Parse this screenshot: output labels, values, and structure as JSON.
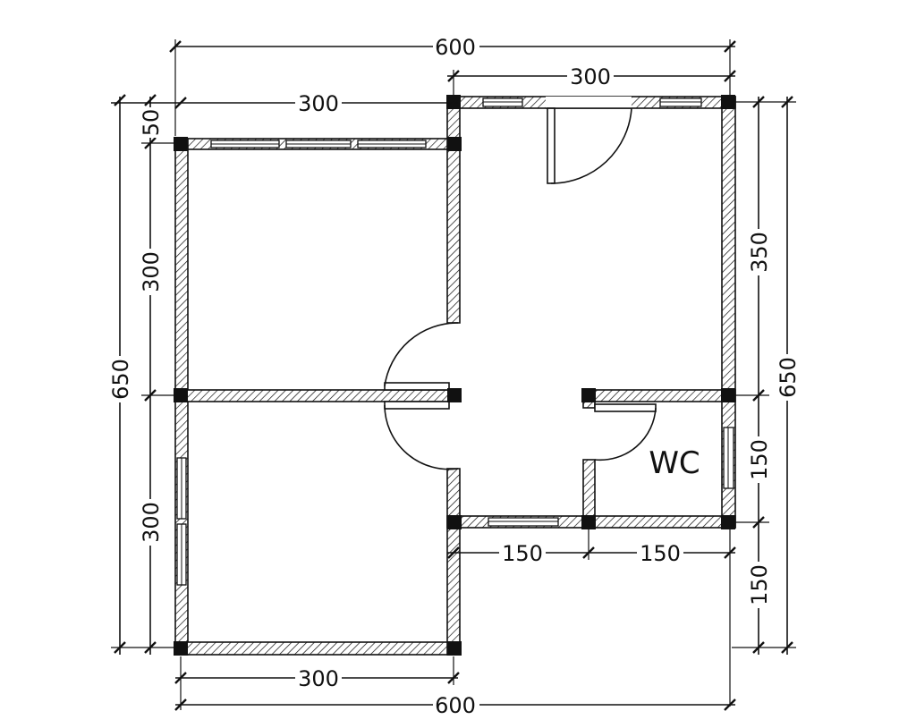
{
  "dimensions": {
    "top_total": "600",
    "top_right": "300",
    "top_left": "300",
    "left_total": "650",
    "left_top_offset": "50",
    "left_upper": "300",
    "left_lower": "300",
    "right_total": "650",
    "right_upper": "350",
    "right_wc": "150",
    "right_bottom": "150",
    "mid_left": "150",
    "mid_right": "150",
    "bottom_room": "300",
    "bottom_total": "600"
  },
  "rooms": {
    "wc_label": "WC"
  }
}
